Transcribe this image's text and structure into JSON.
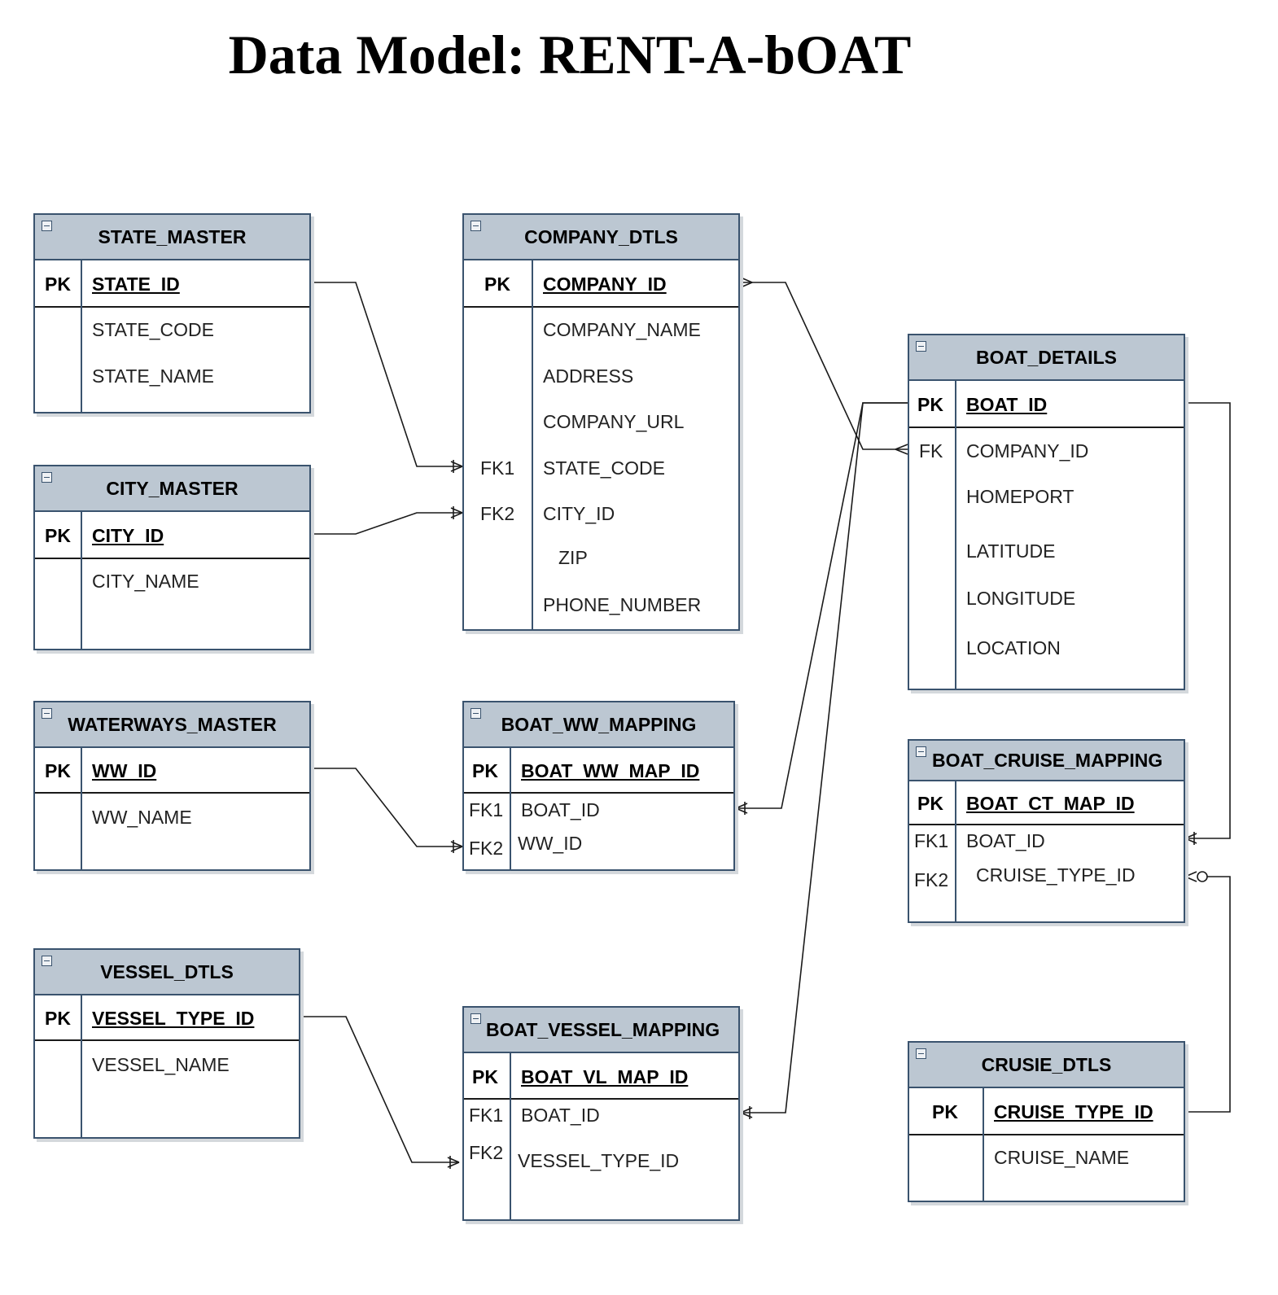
{
  "title": "Data Model: RENT-A-bOAT",
  "entities": {
    "state_master": {
      "name": "STATE_MASTER",
      "pk_label": "PK",
      "pk": "STATE_ID",
      "attrs": [
        "STATE_CODE",
        "STATE_NAME"
      ]
    },
    "city_master": {
      "name": "CITY_MASTER",
      "pk_label": "PK",
      "pk": "CITY_ID",
      "attrs": [
        "CITY_NAME"
      ]
    },
    "waterways_master": {
      "name": "WATERWAYS_MASTER",
      "pk_label": "PK",
      "pk": "WW_ID",
      "attrs": [
        "WW_NAME"
      ]
    },
    "vessel_dtls": {
      "name": "VESSEL_DTLS",
      "pk_label": "PK",
      "pk": "VESSEL_TYPE_ID",
      "attrs": [
        "VESSEL_NAME"
      ]
    },
    "company_dtls": {
      "name": "COMPANY_DTLS",
      "pk_label": "PK",
      "pk": "COMPANY_ID",
      "attrs": [
        "COMPANY_NAME",
        "ADDRESS",
        "COMPANY_URL",
        "STATE_CODE",
        "CITY_ID",
        "ZIP",
        "PHONE_NUMBER"
      ],
      "fk_labels": [
        "FK1",
        "FK2"
      ]
    },
    "boat_ww_mapping": {
      "name": "BOAT_WW_MAPPING",
      "pk_label": "PK",
      "pk": "BOAT_WW_MAP_ID",
      "attrs": [
        "BOAT_ID",
        "WW_ID"
      ],
      "fk_labels": [
        "FK1",
        "FK2"
      ]
    },
    "boat_vessel_mapping": {
      "name": "BOAT_VESSEL_MAPPING",
      "pk_label": "PK",
      "pk": "BOAT_VL_MAP_ID",
      "attrs": [
        "BOAT_ID",
        "VESSEL_TYPE_ID"
      ],
      "fk_labels": [
        "FK1",
        "FK2"
      ]
    },
    "boat_details": {
      "name": "BOAT_DETAILS",
      "pk_label": "PK",
      "pk": "BOAT_ID",
      "attrs": [
        "COMPANY_ID",
        "HOMEPORT",
        "LATITUDE",
        "LONGITUDE",
        "LOCATION"
      ],
      "fk_labels": [
        "FK"
      ]
    },
    "boat_cruise_mapping": {
      "name": "BOAT_CRUISE_MAPPING",
      "pk_label": "PK",
      "pk": "BOAT_CT_MAP_ID",
      "attrs": [
        "BOAT_ID",
        "CRUISE_TYPE_ID"
      ],
      "fk_labels": [
        "FK1",
        "FK2"
      ]
    },
    "crusie_dtls": {
      "name": "CRUSIE_DTLS",
      "pk_label": "PK",
      "pk": "CRUISE_TYPE_ID",
      "attrs": [
        "CRUISE_NAME"
      ]
    }
  },
  "colors": {
    "header_fill": "#bcc7d2",
    "border": "#3a536e",
    "line": "#1a1a1a"
  },
  "relationships": [
    {
      "from": "STATE_MASTER.STATE_ID",
      "to": "COMPANY_DTLS.STATE_CODE",
      "from_end": "one",
      "to_end": "one-or-many"
    },
    {
      "from": "CITY_MASTER.CITY_ID",
      "to": "COMPANY_DTLS.CITY_ID",
      "from_end": "one",
      "to_end": "one-or-many"
    },
    {
      "from": "COMPANY_DTLS.COMPANY_ID",
      "to": "BOAT_DETAILS.COMPANY_ID",
      "from_end": "many",
      "to_end": "many"
    },
    {
      "from": "WATERWAYS_MASTER.WW_ID",
      "to": "BOAT_WW_MAPPING.WW_ID",
      "from_end": "one",
      "to_end": "one-or-many"
    },
    {
      "from": "BOAT_DETAILS.BOAT_ID",
      "to": "BOAT_WW_MAPPING.BOAT_ID",
      "from_end": "one",
      "to_end": "one-or-many"
    },
    {
      "from": "BOAT_DETAILS.BOAT_ID",
      "to": "BOAT_VESSEL_MAPPING.BOAT_ID",
      "from_end": "one",
      "to_end": "one-or-many"
    },
    {
      "from": "VESSEL_DTLS.VESSEL_TYPE_ID",
      "to": "BOAT_VESSEL_MAPPING.VESSEL_TYPE_ID",
      "from_end": "one",
      "to_end": "one-or-many"
    },
    {
      "from": "BOAT_DETAILS.BOAT_ID",
      "to": "BOAT_CRUISE_MAPPING.BOAT_ID",
      "from_end": "one",
      "to_end": "one-or-many"
    },
    {
      "from": "CRUSIE_DTLS.CRUISE_TYPE_ID",
      "to": "BOAT_CRUISE_MAPPING.CRUISE_TYPE_ID",
      "from_end": "one",
      "to_end": "zero-or-many"
    }
  ]
}
